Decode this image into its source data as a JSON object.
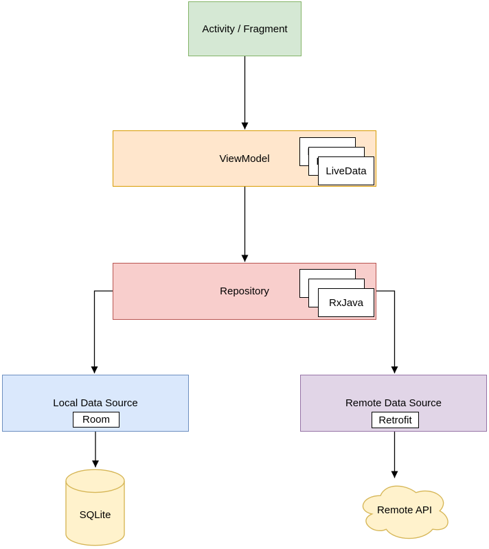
{
  "nodes": {
    "activity": {
      "label": "Activity / Fragment"
    },
    "viewmodel": {
      "label": "ViewModel",
      "badge": "LiveData"
    },
    "repository": {
      "label": "Repository",
      "badge": "RxJava"
    },
    "local_source": {
      "label": "Local Data Source",
      "badge": "Room"
    },
    "remote_source": {
      "label": "Remote Data Source",
      "badge": "Retrofit"
    },
    "database": {
      "label": "SQLite"
    },
    "api": {
      "label": "Remote API"
    }
  },
  "colors": {
    "green_fill": "#d5e8d4",
    "green_stroke": "#82b366",
    "orange_fill": "#ffe6cc",
    "orange_stroke": "#d79b00",
    "red_fill": "#f8cecc",
    "red_stroke": "#b85450",
    "blue_fill": "#dae8fc",
    "blue_stroke": "#6c8ebf",
    "purple_fill": "#e1d5e7",
    "purple_stroke": "#9673a6",
    "yellow_fill": "#fff2cc",
    "yellow_stroke": "#d6b656",
    "connector": "#000000"
  }
}
